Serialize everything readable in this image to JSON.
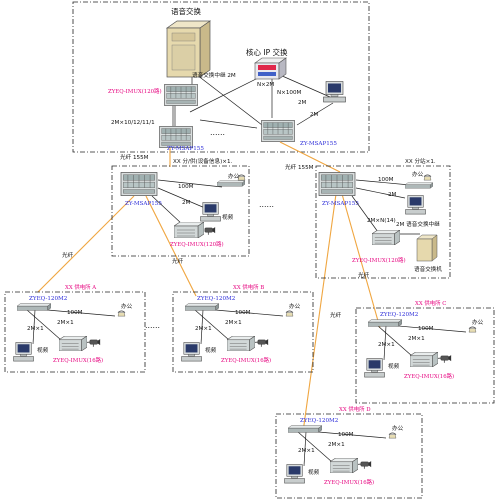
{
  "core": {
    "voice_switch_title": "语音交换",
    "ip_switch_title": "核心 IP 交换",
    "voice_switch_link": "语音交换中继 2M",
    "ip_link_n2m": "N×2M",
    "ip_link_n100m": "N×100M",
    "mux_device": "ZYEQ-IMUX(120路)",
    "rate_label": "2M×10/12/11/1",
    "core_sdh": "ZY-MSAP155",
    "right_sdh": "ZY-MSAP155",
    "link_2m": "2M",
    "dots": "……"
  },
  "site_a": {
    "title": "XX 分/供(设备信息)×1.",
    "fiber_label": "光纤 155M",
    "sdh": "ZY-MSAP155",
    "office": "办公",
    "link_100m": "100M",
    "link_2m": "2M",
    "monitor": "视频",
    "mux": "ZYEQ-IMUX(120路)"
  },
  "site_b": {
    "title": "XX 分站×1.",
    "fiber_label": "光纤 155M",
    "sdh": "ZY-MSAP155",
    "office": "办公",
    "link_100m": "100M",
    "link_2m_n": "2M×N(14)",
    "voice_relay": "2M 语音交换中继",
    "voice_switch": "语音交换机",
    "mux": "ZYEQ-IMUX(120路)",
    "link_2m": "2M"
  },
  "dots_mid": "……",
  "fiber_label": "光纤",
  "remotes": [
    {
      "title": "XX 供电所 A",
      "device": "ZYEQ-120M2",
      "office": "办公",
      "link_100m": "100M",
      "link_2m1": "2M×1",
      "link_2m2": "2M×1",
      "monitor": "视频",
      "mux": "ZYEQ-IMUX(16路)"
    },
    {
      "title": "XX 供电所 B",
      "device": "ZYEQ-120M2",
      "office": "办公",
      "link_100m": "100M",
      "link_2m1": "2M×1",
      "link_2m2": "2M×1",
      "monitor": "视频",
      "mux": "ZYEQ-IMUX(16路)"
    },
    {
      "title": "XX 供电所 C",
      "device": "ZYEQ-120M2",
      "office": "办公",
      "link_100m": "100M",
      "link_2m1": "2M×1",
      "link_2m2": "2M×1",
      "monitor": "视频",
      "mux": "ZYEQ-IMUX(16路)"
    },
    {
      "title": "XX 供电所 D",
      "device": "ZYEQ-120M2",
      "office": "办公",
      "link_100m": "100M",
      "link_2m1": "2M×1",
      "link_2m2": "2M×1",
      "monitor": "视频",
      "mux": "ZYEQ-IMUX(16路)"
    }
  ],
  "remote_dots": "……"
}
